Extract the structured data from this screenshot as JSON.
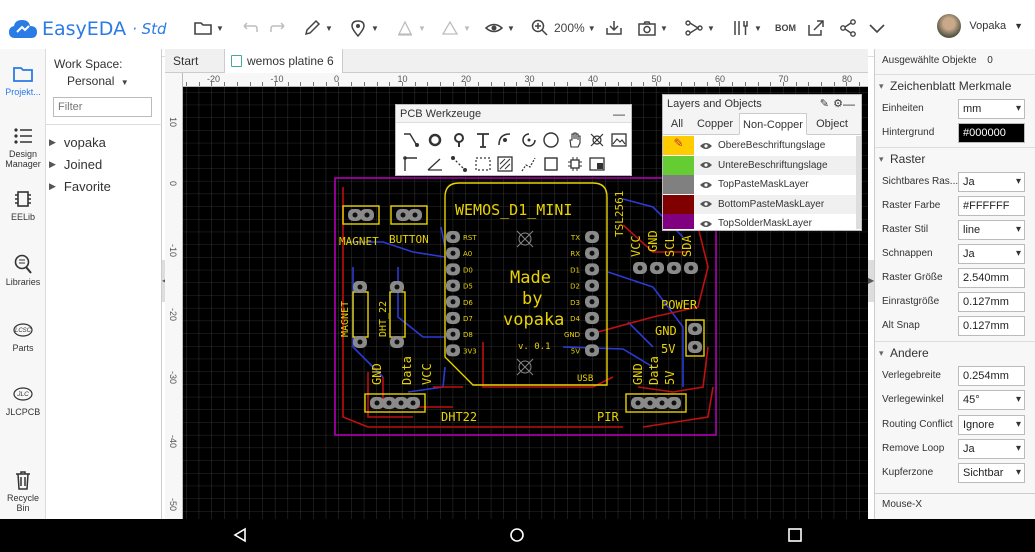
{
  "topbar": {
    "brand": "EasyEDA",
    "edition": "Std",
    "zoom": "200%",
    "bom": "BOM",
    "username": "Vopaka"
  },
  "leftbar": {
    "items": [
      {
        "label": "Projekt...",
        "icon": "folder-icon"
      },
      {
        "label": "Design Manager",
        "icon": "list-icon"
      },
      {
        "label": "EELib",
        "icon": "chip-icon"
      },
      {
        "label": "Libraries",
        "icon": "search-icon"
      },
      {
        "label": "Parts",
        "icon": "lcsc-icon"
      },
      {
        "label": "JLCPCB",
        "icon": "jlc-icon"
      },
      {
        "label": "Recycle Bin",
        "icon": "trash-icon"
      }
    ]
  },
  "panel": {
    "workspace_label": "Work Space:",
    "workspace_value": "Personal",
    "filter_placeholder": "Filter",
    "tree": [
      "vopaka",
      "Joined",
      "Favorite"
    ]
  },
  "tabs": {
    "start": "Start",
    "pcb": "wemos platine 6"
  },
  "ruler_top": [
    "-20",
    "-10",
    "0",
    "10",
    "20",
    "30",
    "40",
    "50",
    "60",
    "70",
    "80"
  ],
  "ruler_left": [
    "10",
    "0",
    "-10",
    "-20",
    "-30",
    "-40",
    "-50"
  ],
  "pcb": {
    "board_title": "WEMOS_D1_MINI",
    "made": "Made",
    "by": "by",
    "author": "vopaka",
    "version": "v. 0.1",
    "usb": "USB",
    "magnet": "MAGNET",
    "button": "BUTTON",
    "magnet_v": "MAGNET",
    "dht22_v": "DHT_22",
    "gnd": "GND",
    "data": "Data",
    "vcc": "VCC",
    "dht22": "DHT22",
    "pir": "PIR",
    "power": "POWER",
    "gnd2": "GND",
    "v5": "5V",
    "tsl": "TSL2561",
    "scl": "SCL",
    "sda": "SDA",
    "left_pins": [
      "RST",
      "A0",
      "D0",
      "D5",
      "D6",
      "D7",
      "D8",
      "3V3"
    ],
    "right_pins": [
      "TX",
      "RX",
      "D1",
      "D2",
      "D3",
      "D4",
      "GND",
      "5V"
    ]
  },
  "tools": {
    "title": "PCB Werkzeuge"
  },
  "layers": {
    "title": "Layers and Objects",
    "tabs": [
      "All",
      "Copper",
      "Non-Copper",
      "Object"
    ],
    "active_tab": "Non-Copper",
    "rows": [
      {
        "name": "ObereBeschriftungslage",
        "color": "#FFCC00"
      },
      {
        "name": "UntereBeschriftungslage",
        "color": "#66CC33"
      },
      {
        "name": "TopPasteMaskLayer",
        "color": "#808080"
      },
      {
        "name": "BottomPasteMaskLayer",
        "color": "#800000"
      },
      {
        "name": "TopSolderMaskLayer",
        "color": "#800080"
      }
    ]
  },
  "right": {
    "selected_label": "Ausgewählte Objekte",
    "selected_count": "0",
    "section_canvas": "Zeichenblatt Merkmale",
    "units_label": "Einheiten",
    "units_value": "mm",
    "bg_label": "Hintergrund",
    "bg_value": "#000000",
    "section_grid": "Raster",
    "visible_label": "Sichtbares Ras...",
    "visible_value": "Ja",
    "gridcolor_label": "Raster Farbe",
    "gridcolor_value": "#FFFFFF",
    "gridstyle_label": "Raster Stil",
    "gridstyle_value": "line",
    "snap_label": "Schnappen",
    "snap_value": "Ja",
    "gridsize_label": "Raster Größe",
    "gridsize_value": "2.540mm",
    "altsize_label": "Einrastgröße",
    "altsize_value": "0.127mm",
    "altsnap_label": "Alt Snap",
    "altsnap_value": "0.127mm",
    "section_other": "Andere",
    "routewidth_label": "Verlegebreite",
    "routewidth_value": "0.254mm",
    "routeangle_label": "Verlegewinkel",
    "routeangle_value": "45°",
    "conflict_label": "Routing Conflict",
    "conflict_value": "Ignore",
    "removeloop_label": "Remove Loop",
    "removeloop_value": "Ja",
    "copper_label": "Kupferzone",
    "copper_value": "Sichtbar",
    "mousex_label": "Mouse-X"
  }
}
